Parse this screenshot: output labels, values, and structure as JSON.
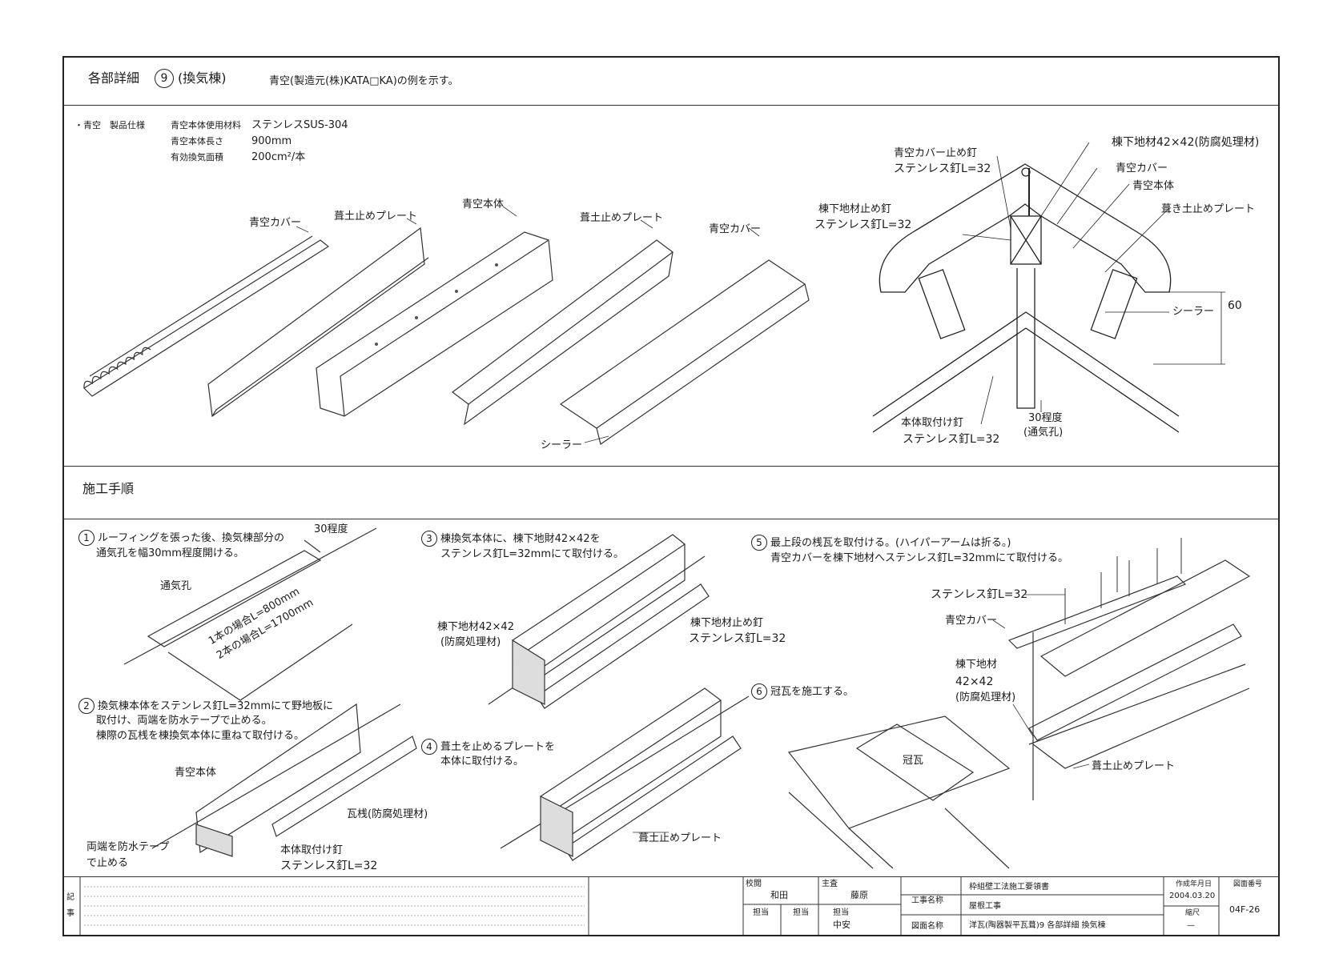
{
  "header": {
    "section": "各部詳細",
    "section_number": "9",
    "section_subject": "(換気棟)",
    "note": "青空(製造元(株)KATA□KA)の例を示す。"
  },
  "spec": {
    "product_label": "・青空　製品仕様",
    "rows": [
      {
        "label": "青空本体使用材料",
        "value": "ステンレスSUS-304"
      },
      {
        "label": "青空本体長さ",
        "value": "900mm"
      },
      {
        "label": "有効換気面積",
        "value": "200cm²/本"
      }
    ]
  },
  "exploded_labels": {
    "cover": "青空カバー",
    "mortar_plate": "葺土止めプレート",
    "body": "青空本体",
    "mortar_plate2": "葺土止めプレート",
    "cover2": "青空カバー",
    "sealer": "シーラー"
  },
  "section_labels": {
    "cover_nail_a": "青空カバー止め釘",
    "cover_nail_b": "ステンレス釘L=32",
    "under_nail_a": "棟下地材止め釘",
    "under_nail_b": "ステンレス釘L=32",
    "under_material": "棟下地材42×42(防腐処理材)",
    "cover": "青空カバー",
    "body": "青空本体",
    "plate": "葺き土止めプレート",
    "sealer": "シーラー",
    "dim60": "60",
    "vent_a": "30程度",
    "vent_b": "(通気孔)",
    "body_nail_a": "本体取付け釘",
    "body_nail_b": "ステンレス釘L=32"
  },
  "procedure": {
    "title": "施工手順",
    "steps": [
      {
        "num": "1",
        "lines": [
          "ルーフィングを張った後、換気棟部分の",
          "通気孔を幅30mm程度開ける。"
        ]
      },
      {
        "num": "2",
        "lines": [
          "換気棟本体をステンレス釘L=32mmにて野地板に",
          "取付け、両端を防水テープで止める。",
          "棟際の瓦桟を棟換気本体に重ねて取付ける。"
        ]
      },
      {
        "num": "3",
        "lines": [
          "棟換気本体に、棟下地財42×42を",
          "ステンレス釘L=32mmにて取付ける。"
        ]
      },
      {
        "num": "4",
        "lines": [
          "葺土を止めるプレートを",
          "本体に取付ける。"
        ]
      },
      {
        "num": "5",
        "lines": [
          "最上段の桟瓦を取付ける。(ハイパーアームは折る。)",
          "青空カバーを棟下地材へステンレス釘L=32mmにて取付ける。"
        ]
      },
      {
        "num": "6",
        "lines": [
          "冠瓦を施工する。"
        ]
      }
    ],
    "step1_labels": {
      "width": "30程度",
      "hole": "通気孔",
      "len1": "1本の場合L=800mm",
      "len2": "2本の場合L=1700mm"
    },
    "step2_labels": {
      "body": "青空本体",
      "batten": "瓦桟(防腐処理材)",
      "tape_a": "両端を防水テープ",
      "tape_b": "で止める",
      "nail_a": "本体取付け釘",
      "nail_b": "ステンレス釘L=32"
    },
    "step3_labels": {
      "under_a": "棟下地材42×42",
      "under_b": "(防腐処理材)",
      "nail_a": "棟下地材止め釘",
      "nail_b": "ステンレス釘L=32"
    },
    "step4_labels": {
      "plate": "葺土止めプレート"
    },
    "step5_labels": {
      "nail": "ステンレス釘L=32",
      "cover": "青空カバー",
      "under_a": "棟下地材",
      "under_b": "42×42",
      "under_c": "(防腐処理材)",
      "plate": "葺土止めプレート"
    },
    "step6_labels": {
      "ridge_tile": "冠瓦"
    }
  },
  "title_block": {
    "remarks_label": "記事",
    "check_label": "校閲",
    "check_name": "和田",
    "chief_label": "主査",
    "chief_name": "藤原",
    "charge_label1": "担当",
    "charge_label2": "担当",
    "charge_label3": "担当",
    "charge_name": "中安",
    "project_label": "工事名称",
    "project_value1": "枠組壁工法施工要領書",
    "project_value2": "屋根工事",
    "drawing_label": "図面名称",
    "drawing_value": "洋瓦(陶器製平瓦葺)9 各部詳細 換気棟",
    "date_label": "作成年月日",
    "date_value": "2004.03.20",
    "scale_label": "縮尺",
    "scale_value": "—",
    "number_label": "図面番号",
    "number_value": "04F-26"
  }
}
